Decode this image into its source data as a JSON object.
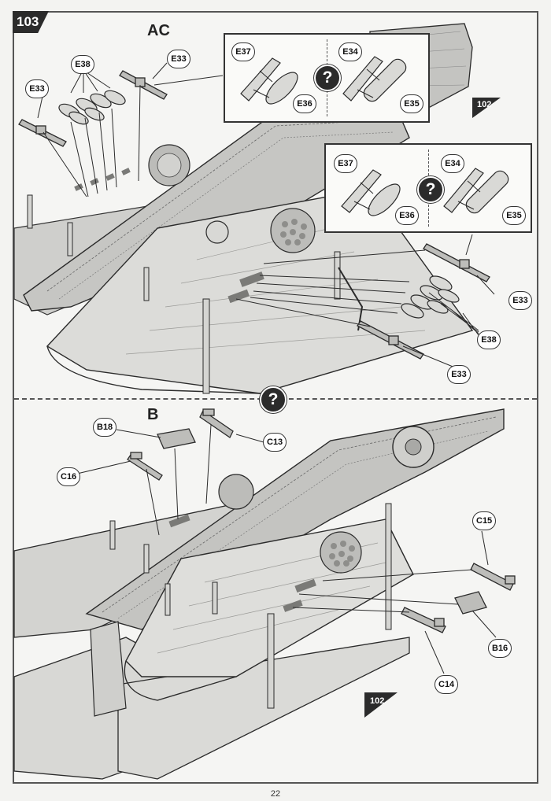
{
  "step": {
    "number": "103"
  },
  "variants": {
    "top": "AC",
    "bottom": "B"
  },
  "question_mark": "?",
  "references": {
    "top": "102",
    "bottom": "102"
  },
  "parts_top": {
    "e33_left": "E33",
    "e38_top": "E38",
    "e33_top": "E33",
    "e33_right_upper": "E33",
    "e38_right": "E38",
    "e33_right_lower": "E33"
  },
  "inset_top": {
    "e37": "E37",
    "e36": "E36",
    "e34": "E34",
    "e35": "E35"
  },
  "inset_mid": {
    "e37": "E37",
    "e36": "E36",
    "e34": "E34",
    "e35": "E35"
  },
  "parts_bottom": {
    "b18": "B18",
    "c13": "C13",
    "c16": "C16",
    "c15": "C15",
    "b16": "B16",
    "c14": "C14"
  },
  "page_number": "22",
  "colors": {
    "line": "#2b2b2b",
    "fill_light": "#e4e4e2",
    "fill_mid": "#c9c9c6",
    "fill_dark": "#8e8e8b",
    "badge": "#2b2b2b"
  }
}
